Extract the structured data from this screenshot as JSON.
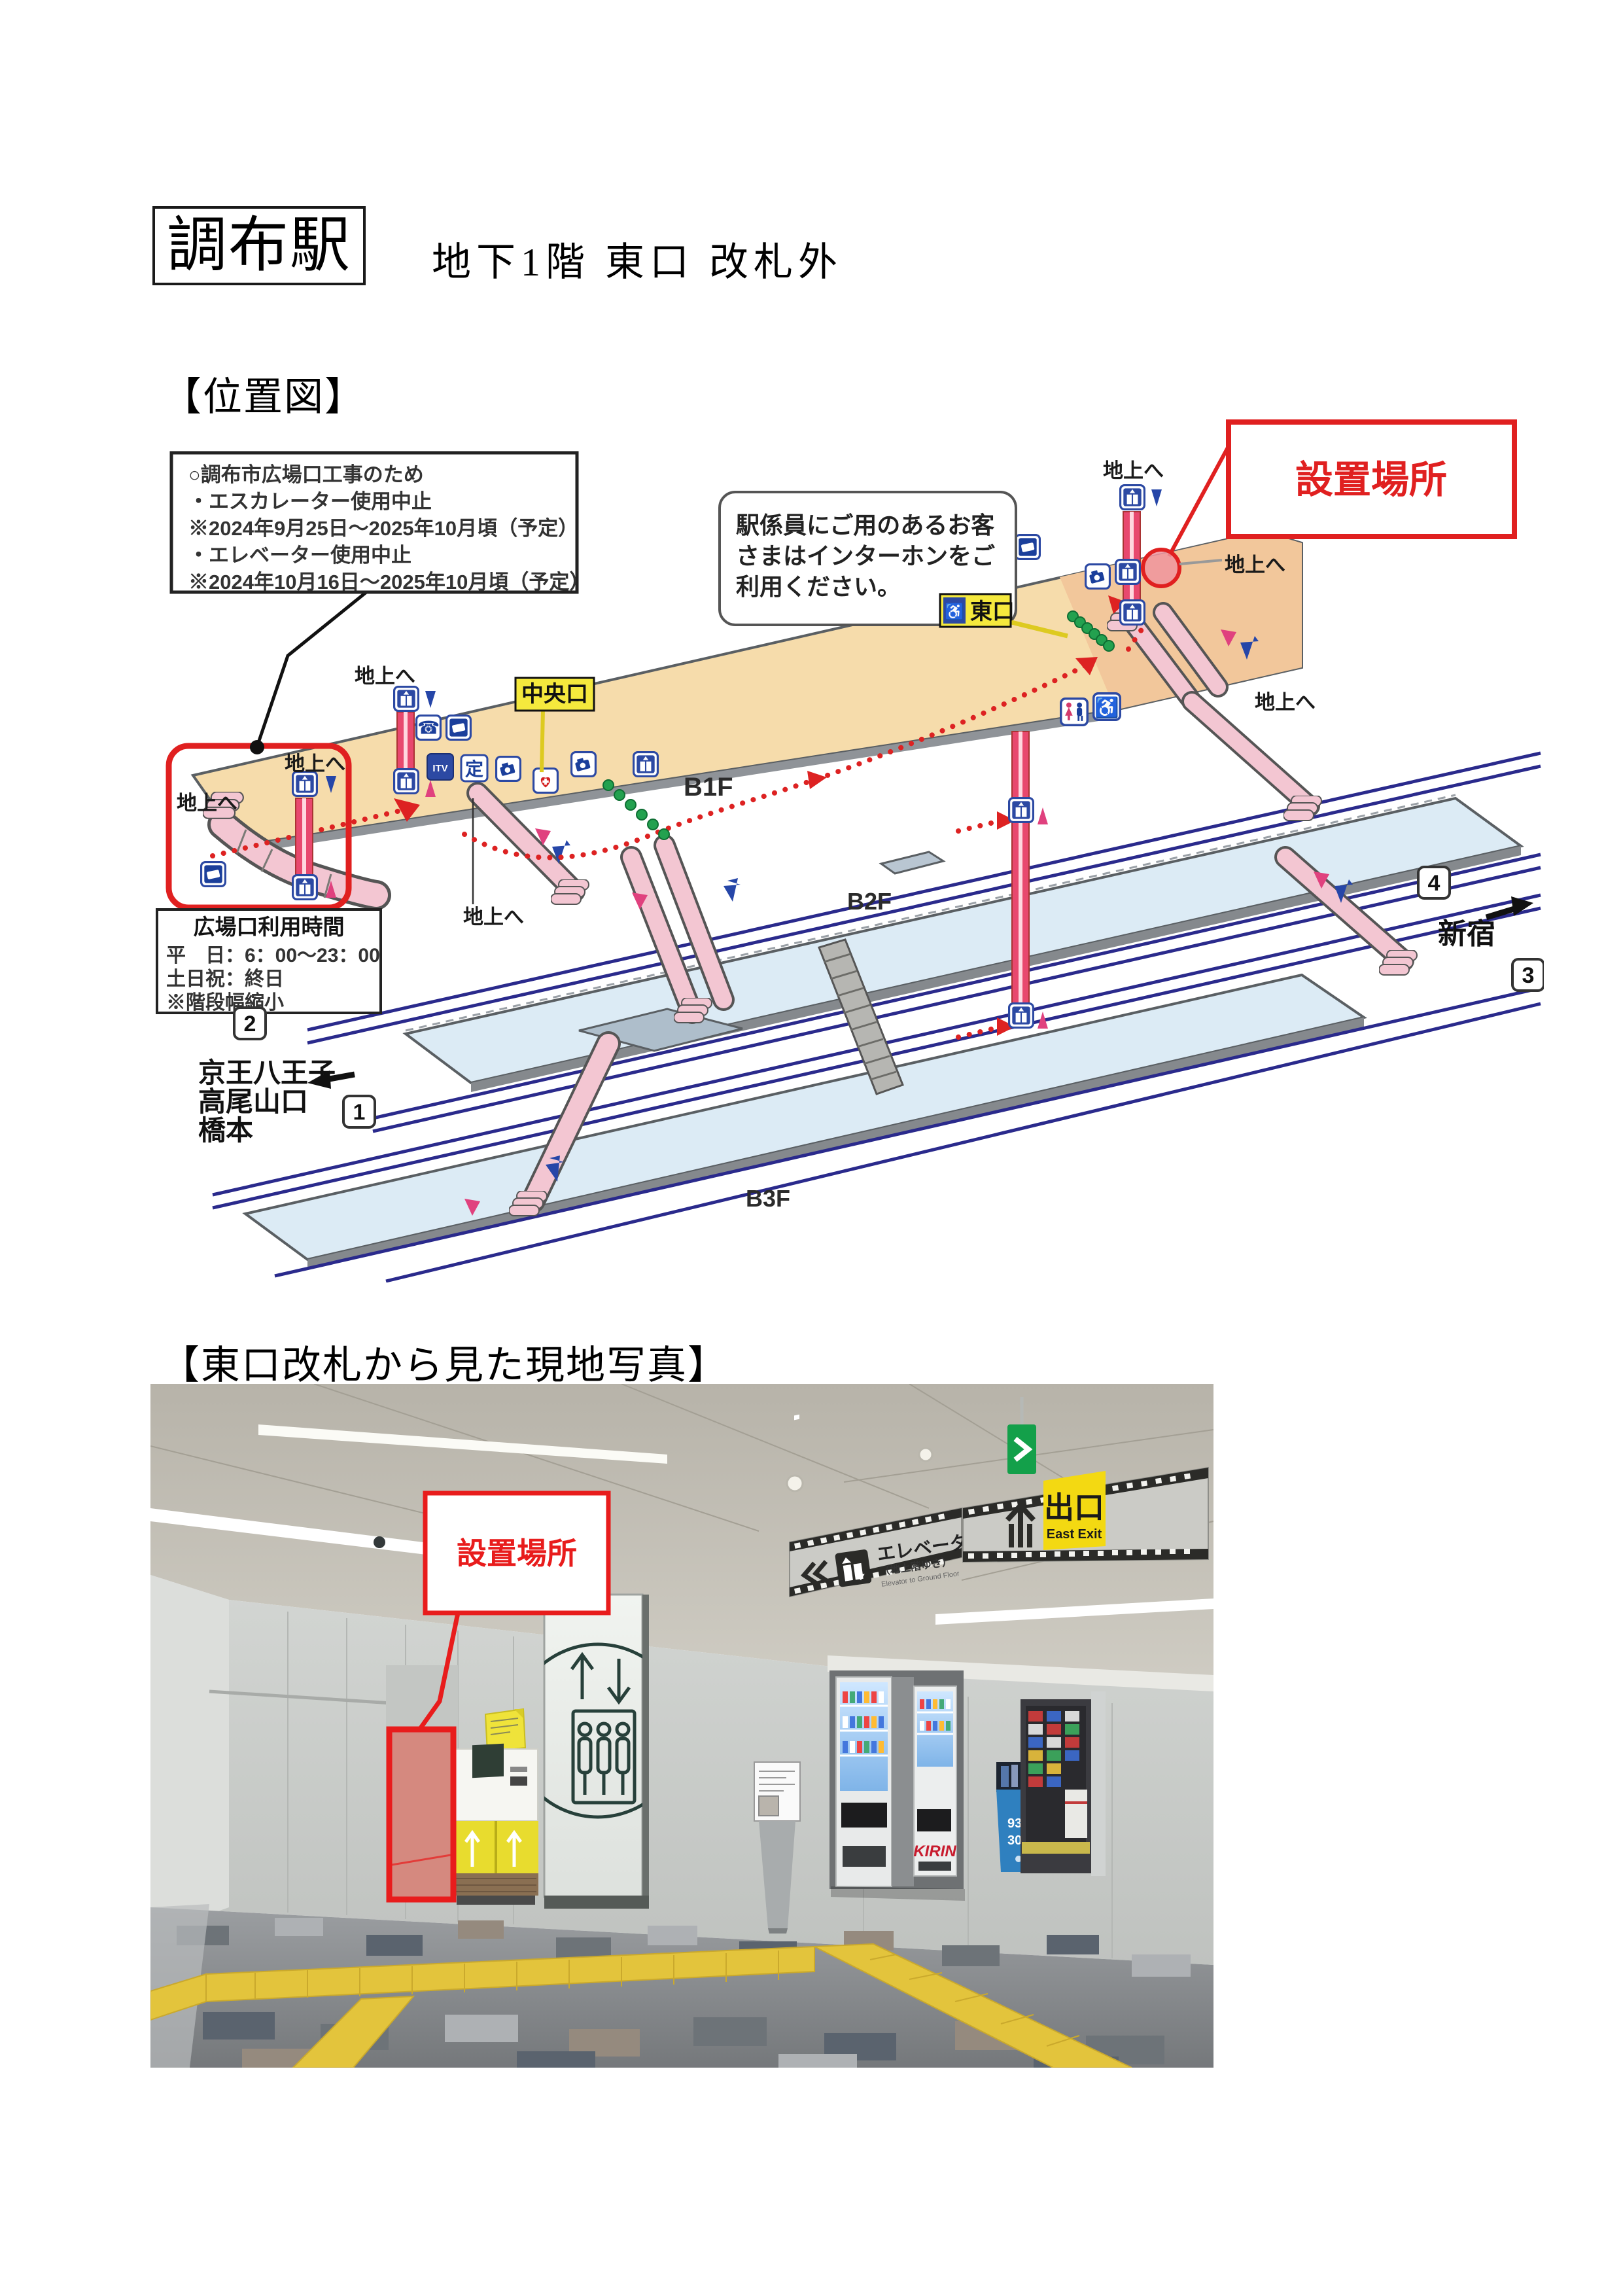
{
  "header": {
    "station": "調布駅",
    "subtitle": "地下1階 東口 改札外"
  },
  "sections": {
    "map_title": "【位置図】",
    "photo_title": "【東口改札から見た現地写真】"
  },
  "map": {
    "notice": [
      "○調布市広場口工事のため",
      "・エスカレーター使用中止",
      "※2024年9月25日～2025年10月頃（予定）",
      "・エレベーター使用中止",
      "※2024年10月16日～2025年10月頃（予定）"
    ],
    "intercom": [
      "駅係員にご用のあるお客",
      "さまはインターホンをご",
      "利用ください。"
    ],
    "install_label": "設置場所",
    "to_ground": "地上へ",
    "east_gate": "東口",
    "central_gate": "中央口",
    "floors": {
      "b1": "B1F",
      "b2": "B2F",
      "b3": "B3F"
    },
    "hours": {
      "title": "広場口利用時間",
      "weekday": "平　日：6：00～23：00",
      "weekend": "土日祝：終日",
      "note": "※階段幅縮小"
    },
    "platforms": {
      "p1": "1",
      "p2": "2",
      "p3": "3",
      "p4": "4"
    },
    "dest_left": [
      "京王八王子",
      "高尾山口",
      "橋本"
    ],
    "dest_right": "新宿",
    "icon_itv": "ITV",
    "icon_tei": "定",
    "colors": {
      "annotation_red": "#e02020",
      "floor_b1": "#f6dcab",
      "floor_lower": "#dcebf5",
      "track_navy": "#2a2a8c"
    }
  },
  "photo": {
    "install_label": "設置場所",
    "elevator_sign": {
      "jp": "エレベーター",
      "sub": "（地上階ゆき）",
      "en": "Elevator to Ground Floor"
    },
    "exit_sign": {
      "jp": "出口",
      "en": "East Exit"
    },
    "vending": {
      "brand": "KIRIN"
    },
    "bin": {
      "line1": "93%",
      "line2": "30%"
    }
  }
}
